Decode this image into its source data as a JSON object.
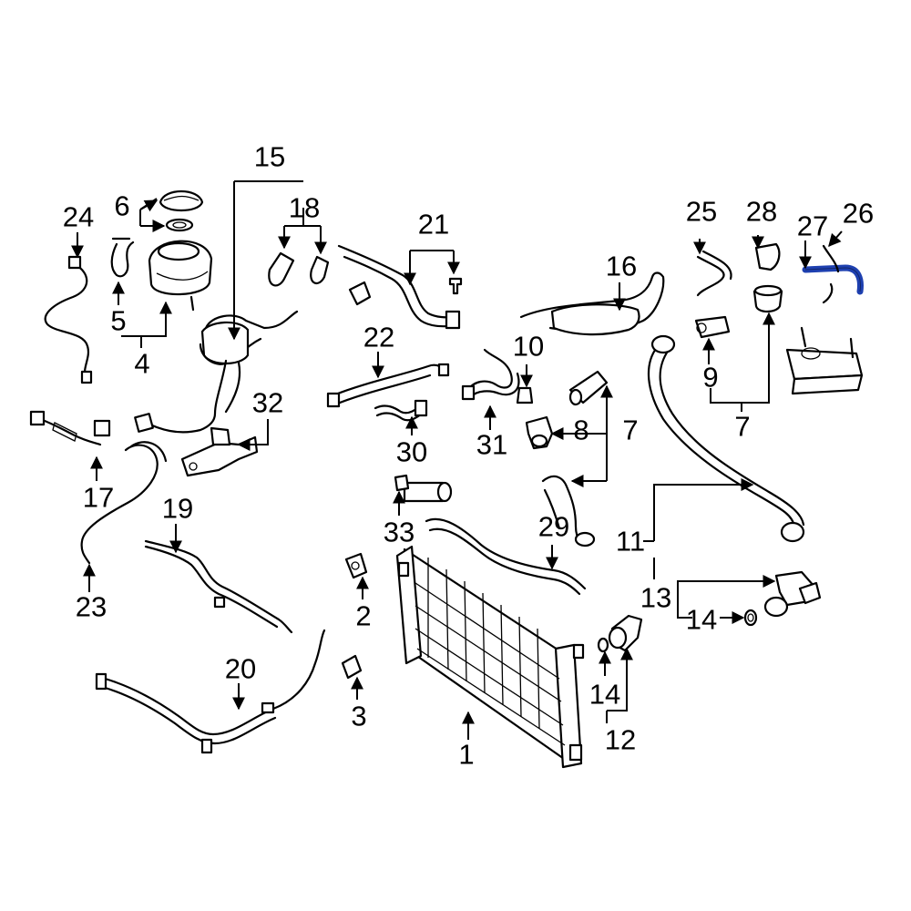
{
  "highlight_color": "#1e40b0",
  "callouts": {
    "c1": "1",
    "c2": "2",
    "c3": "3",
    "c4": "4",
    "c5": "5",
    "c6": "6",
    "c7a": "7",
    "c7b": "7",
    "c8": "8",
    "c9": "9",
    "c10": "10",
    "c11": "11",
    "c12": "12",
    "c13": "13",
    "c14a": "14",
    "c14b": "14",
    "c15": "15",
    "c16": "16",
    "c17": "17",
    "c18": "18",
    "c19": "19",
    "c20": "20",
    "c21": "21",
    "c22": "22",
    "c23": "23",
    "c24": "24",
    "c25": "25",
    "c26": "26",
    "c27": "27",
    "c28": "28",
    "c29": "29",
    "c30": "30",
    "c31": "31",
    "c32": "32",
    "c33": "33"
  }
}
